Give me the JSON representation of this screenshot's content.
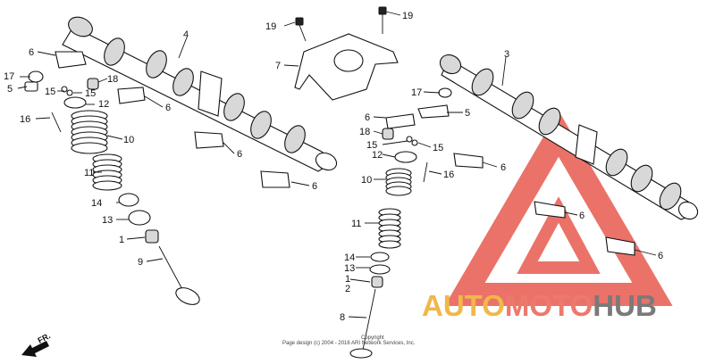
{
  "diagram": {
    "labels": {
      "c1": "1",
      "c2": "2",
      "c3": "3",
      "c4": "4",
      "c5": "5",
      "c6": "6",
      "c7": "7",
      "c8": "8",
      "c9": "9",
      "c10": "10",
      "c11": "11",
      "c12": "12",
      "c13": "13",
      "c14": "14",
      "c15": "15",
      "c16": "16",
      "c17": "17",
      "c18": "18",
      "c19": "19"
    },
    "direction_label": "FR.",
    "copyright_line1": "Copyright",
    "copyright_line2": "Page design (c) 2004 - 2016 ARI Network Services, Inc."
  },
  "watermark": {
    "part1": "AUTO",
    "part2": "MOTO",
    "part3": "HUB",
    "colors": {
      "auto": "#f0b74a",
      "moto": "#ec7a6c",
      "hub": "#7a7a7a",
      "triangle": "#e85a50"
    }
  }
}
